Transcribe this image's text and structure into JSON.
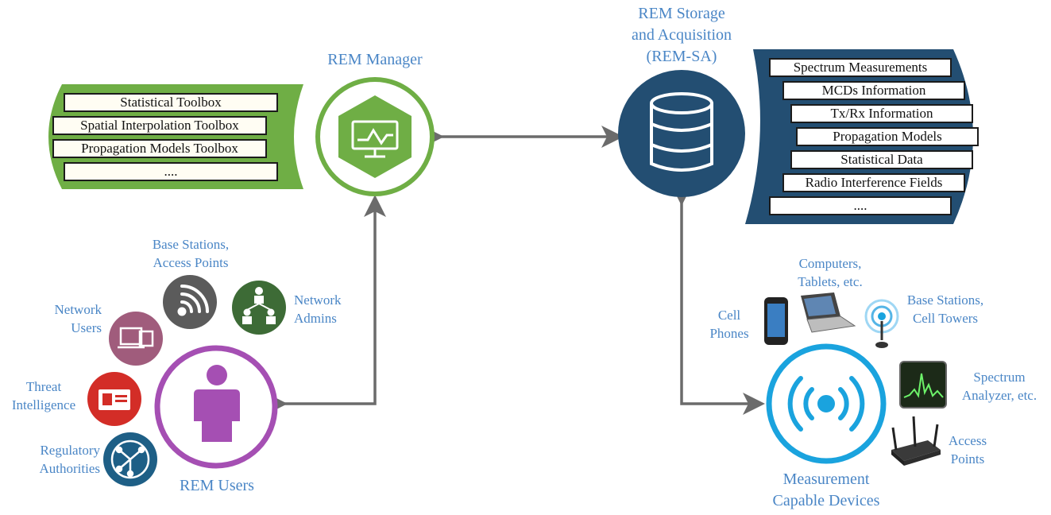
{
  "manager": {
    "title": "REM Manager",
    "toolbox_items": [
      "Statistical Toolbox",
      "Spatial Interpolation Toolbox",
      "Propagation Models Toolbox",
      "...."
    ],
    "color": "#6fae45"
  },
  "storage": {
    "title_lines": [
      "REM Storage",
      "and Acquisition",
      "(REM-SA)"
    ],
    "info_items": [
      "Spectrum Measurements",
      "MCDs Information",
      "Tx/Rx Information",
      "Propagation Models",
      "Statistical Data",
      "Radio Interference Fields",
      "...."
    ],
    "color": "#234e72"
  },
  "users": {
    "title": "REM Users",
    "color": "#a54fb3",
    "groups": {
      "base_stations": [
        "Base Stations,",
        "Access Points"
      ],
      "network_admins": [
        "Network",
        "Admins"
      ],
      "network_users": [
        "Network",
        "Users"
      ],
      "threat_intelligence": [
        "Threat",
        "Intelligence"
      ],
      "regulatory": [
        "Regulatory",
        "Authorities"
      ]
    }
  },
  "devices": {
    "title_lines": [
      "Measurement",
      "Capable Devices"
    ],
    "color": "#1aa3de",
    "groups": {
      "computers": [
        "Computers,",
        "Tablets, etc."
      ],
      "cell_phones": [
        "Cell",
        "Phones"
      ],
      "base_stations": [
        "Base Stations,",
        "Cell Towers"
      ],
      "spectrum": [
        "Spectrum",
        "Analyzer, etc."
      ],
      "access_points": [
        "Access",
        "Points"
      ]
    }
  },
  "text_color": "#4a86c6",
  "arrow_color": "#6b6b6b"
}
